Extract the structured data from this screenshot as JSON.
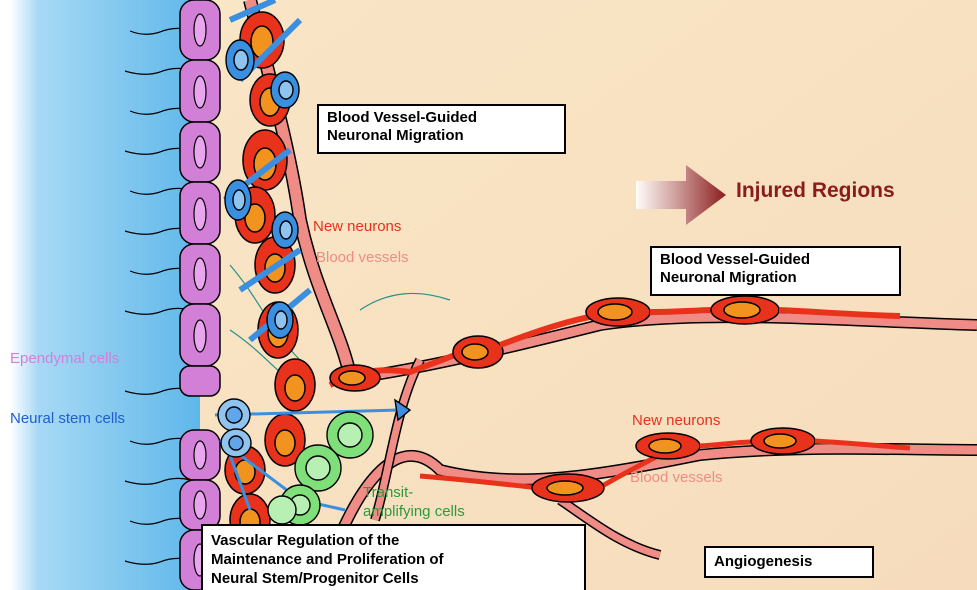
{
  "labels": {
    "box_top": [
      "Blood Vessel-Guided",
      "Neuronal Migration"
    ],
    "box_right": [
      "Blood Vessel-Guided",
      "Neuronal Migration"
    ],
    "box_bottom": [
      "Vascular Regulation of the",
      "Maintenance and Proliferation of",
      "Neural Stem/Progenitor Cells"
    ],
    "angiogenesis": "Angiogenesis",
    "injured": "Injured Regions",
    "new_neurons_1": "New neurons",
    "blood_vessels_1": "Blood vessels",
    "new_neurons_2": "New neurons",
    "blood_vessels_2": "Blood vessels",
    "ependymal": "Ependymal cells",
    "neural_stem": "Neural stem cells",
    "transit": [
      "Transit-",
      "amplifying cells"
    ]
  },
  "colors": {
    "ventricle": "#5fb7ea",
    "tissue": "#f7dfbf",
    "ependymal": "#d27fd8",
    "neuron": "#e8321c",
    "neuron_nucleus": "#f3931f",
    "vessel": "#f08c86",
    "stem": "#3a8fe0",
    "transit": "#7fe07a",
    "arrow": "#8b1c1c"
  },
  "icons": {
    "arrow": "right-arrow-icon"
  }
}
